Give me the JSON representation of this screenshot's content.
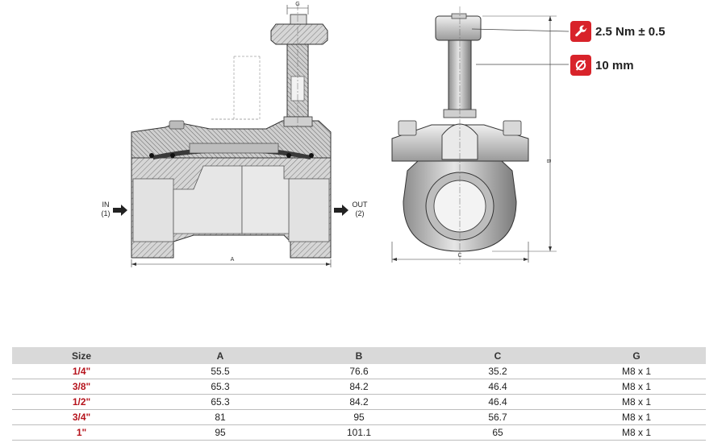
{
  "labels": {
    "in": "IN",
    "in_num": "(1)",
    "out": "OUT",
    "out_num": "(2)",
    "dim_a": "A",
    "dim_b": "B",
    "dim_c": "C",
    "dim_g": "G"
  },
  "specs": {
    "torque": "2.5 Nm ± 0.5",
    "torque_icon": "wrench-icon",
    "diameter": "10 mm",
    "diameter_icon": "diameter-icon",
    "badge_color": "#d8232a"
  },
  "table": {
    "headers": [
      "Size",
      "A",
      "B",
      "C",
      "G"
    ],
    "rows": [
      [
        "1/4\"",
        "55.5",
        "76.6",
        "35.2",
        "M8 x 1"
      ],
      [
        "3/8\"",
        "65.3",
        "84.2",
        "46.4",
        "M8 x 1"
      ],
      [
        "1/2\"",
        "65.3",
        "84.2",
        "46.4",
        "M8 x 1"
      ],
      [
        "3/4\"",
        "81",
        "95",
        "56.7",
        "M8 x 1"
      ],
      [
        "1\"",
        "95",
        "101.1",
        "65",
        "M8 x 1"
      ]
    ]
  }
}
